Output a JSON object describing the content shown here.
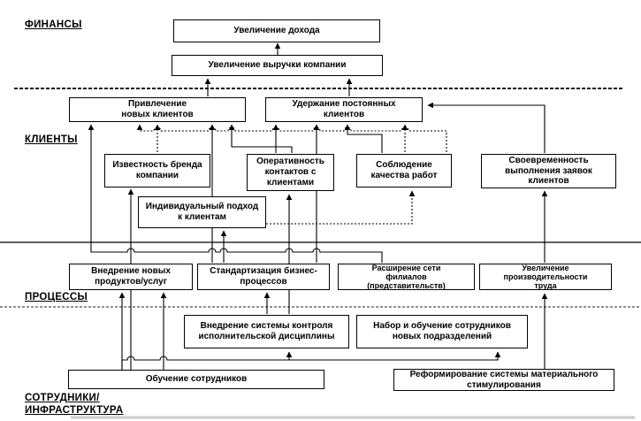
{
  "diagram": {
    "title_hint": "Strategy map (balanced scorecard), Russian",
    "colors": {
      "line": "#000000",
      "divider": "#000000",
      "bottom_rule": "#cccccc"
    },
    "sections": {
      "finance": {
        "label": "ФИНАНСЫ"
      },
      "clients": {
        "label": "КЛИЕНТЫ"
      },
      "processes": {
        "label": "ПРОЦЕССЫ"
      },
      "staff": {
        "label": "СОТРУДНИКИ/\nИНФРАСТРУКТУРА"
      }
    },
    "nodes": {
      "income_growth": {
        "label": "Увеличение дохода"
      },
      "revenue_growth": {
        "label": "Увеличение выручки компании"
      },
      "attract_clients": {
        "label": "Привлечение\nновых клиентов"
      },
      "retain_clients": {
        "label": "Удержание постоянных\nклиентов"
      },
      "brand_awareness": {
        "label": "Известность бренда\nкомпании"
      },
      "contact_speed": {
        "label": "Оперативность\nконтактов с\nклиентами"
      },
      "work_quality": {
        "label": "Соблюдение\nкачества работ"
      },
      "timely_requests": {
        "label": "Своевременность\nвыполнения заявок\nклиентов"
      },
      "individual_approach": {
        "label": "Индивидуальный подход\nк клиентам"
      },
      "new_products": {
        "label": "Внедрение новых\nпродуктов/услуг"
      },
      "process_standard": {
        "label": "Стандартизация бизнес-\nпроцессов"
      },
      "branch_expansion": {
        "label": "Расширение сети\nфилиалов\n(представительств)"
      },
      "productivity_growth": {
        "label": "Увеличение\nпроизводительности\nтруда"
      },
      "discipline_control": {
        "label": "Внедрение системы контроля\nисполнительской дисциплины"
      },
      "staff_recruiting": {
        "label": "Набор и обучение сотрудников\nновых подразделений"
      },
      "staff_training": {
        "label": "Обучение сотрудников"
      },
      "incentive_reform": {
        "label": "Реформирование системы материального\nстимулирования"
      }
    }
  }
}
